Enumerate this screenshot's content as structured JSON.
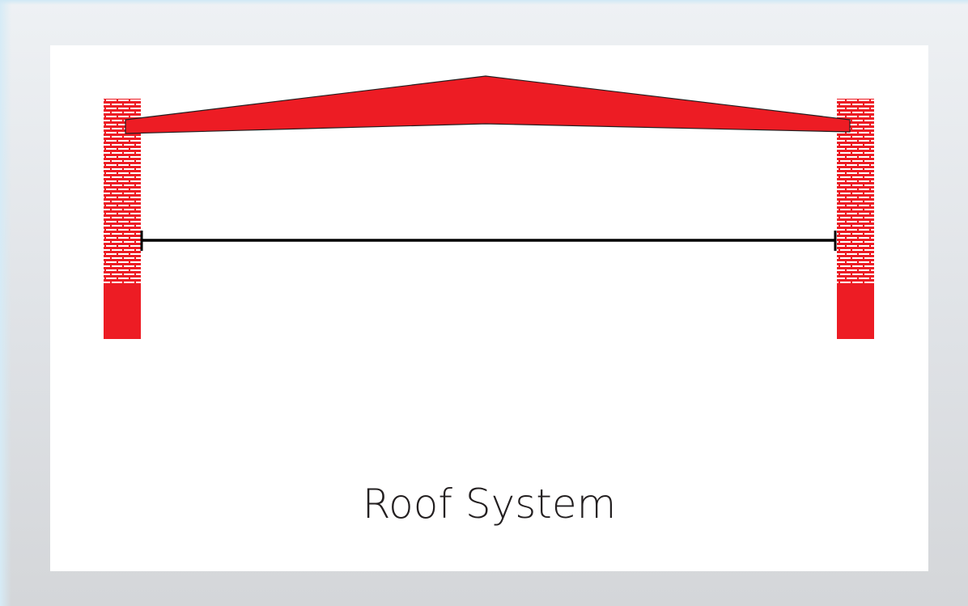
{
  "diagram": {
    "title": "Roof System",
    "colors": {
      "background": "#dfe2e6",
      "card": "#ffffff",
      "roof_fill": "#ed1c24",
      "brick_fill": "#ed1c24",
      "mortar": "#ffffff",
      "tie_rod": "#000000",
      "text": "#231f20"
    },
    "components": [
      "left-brick-wall",
      "right-brick-wall",
      "roof-truss",
      "tie-rod"
    ]
  }
}
